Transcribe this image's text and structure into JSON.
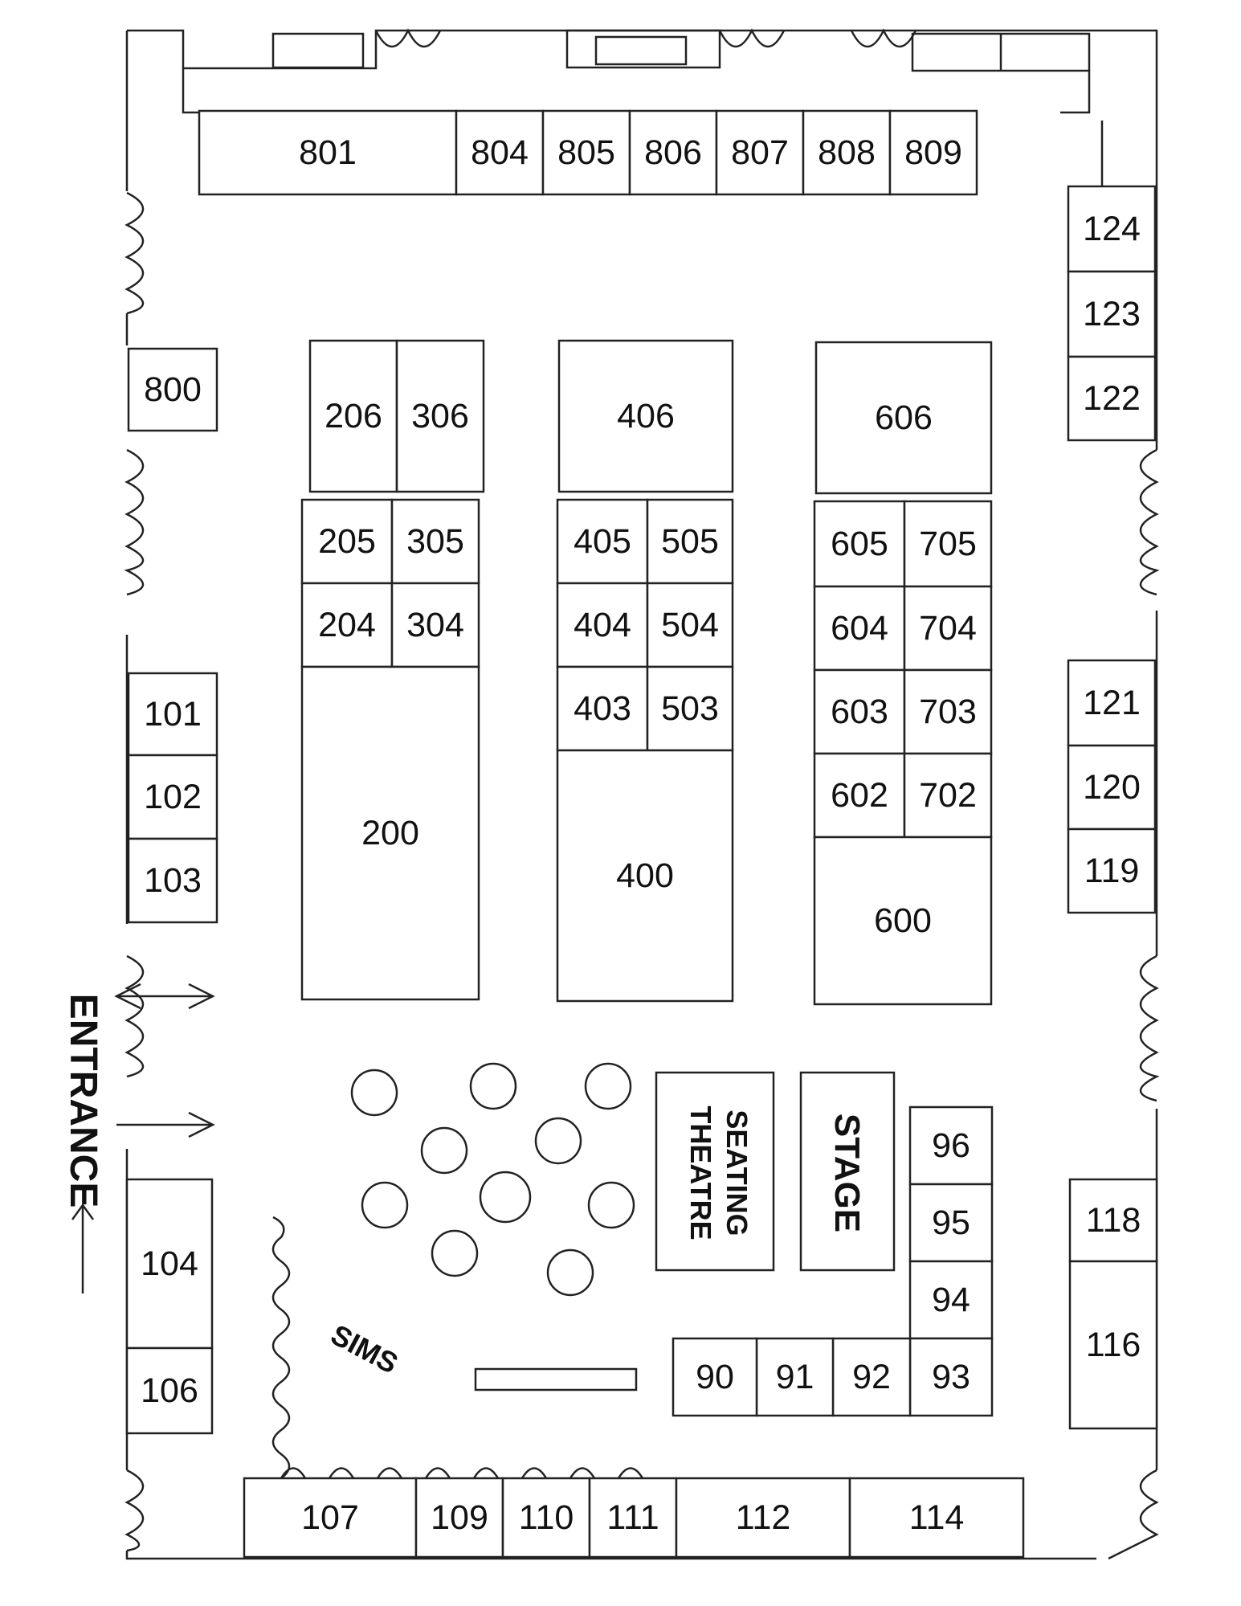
{
  "entrance_label": "ENTRANCE",
  "sims_label": "SIMS",
  "stage_label": "STAGE",
  "theatre_label_1": "SEATING",
  "theatre_label_2": "THEATRE",
  "booths": {
    "b801": "801",
    "b804": "804",
    "b805": "805",
    "b806": "806",
    "b807": "807",
    "b808": "808",
    "b809": "809",
    "b124": "124",
    "b123": "123",
    "b122": "122",
    "b121": "121",
    "b120": "120",
    "b119": "119",
    "b118": "118",
    "b116": "116",
    "b800": "800",
    "b101": "101",
    "b102": "102",
    "b103": "103",
    "b104": "104",
    "b106": "106",
    "b206": "206",
    "b306": "306",
    "b205": "205",
    "b305": "305",
    "b204": "204",
    "b304": "304",
    "b200": "200",
    "b406": "406",
    "b405": "405",
    "b505": "505",
    "b404": "404",
    "b504": "504",
    "b403": "403",
    "b503": "503",
    "b400": "400",
    "b606": "606",
    "b605": "605",
    "b705": "705",
    "b604": "604",
    "b704": "704",
    "b603": "603",
    "b703": "703",
    "b602": "602",
    "b702": "702",
    "b600": "600",
    "b96": "96",
    "b95": "95",
    "b94": "94",
    "b93": "93",
    "b92": "92",
    "b91": "91",
    "b90": "90",
    "b107": "107",
    "b109": "109",
    "b110": "110",
    "b111": "111",
    "b112": "112",
    "b114": "114"
  }
}
